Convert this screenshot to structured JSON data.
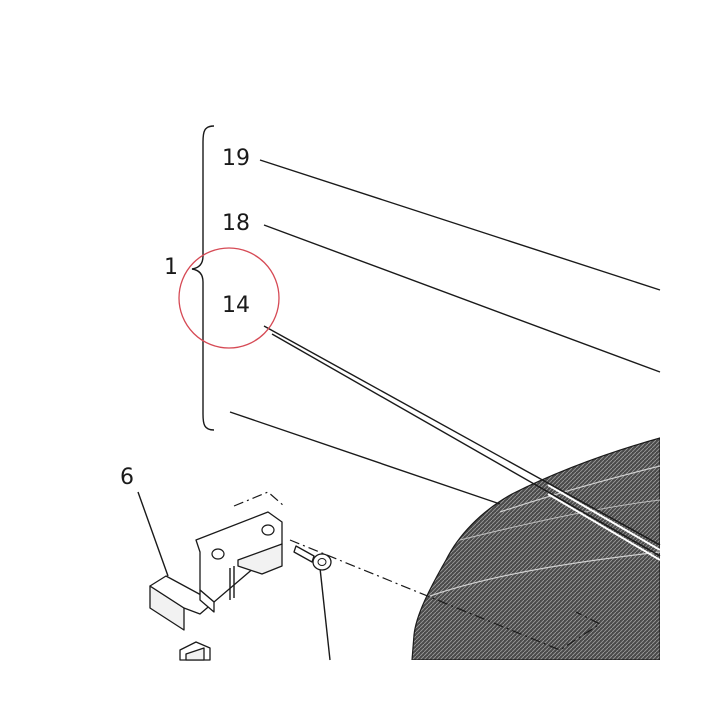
{
  "callouts": {
    "assembly": "1",
    "item_19": "19",
    "item_18": "18",
    "item_14": "14",
    "item_6": "6"
  },
  "highlight": {
    "target": "14",
    "color": "#d64a55"
  },
  "colors": {
    "line": "#1a1a1a",
    "housing_fill": "#555555"
  }
}
